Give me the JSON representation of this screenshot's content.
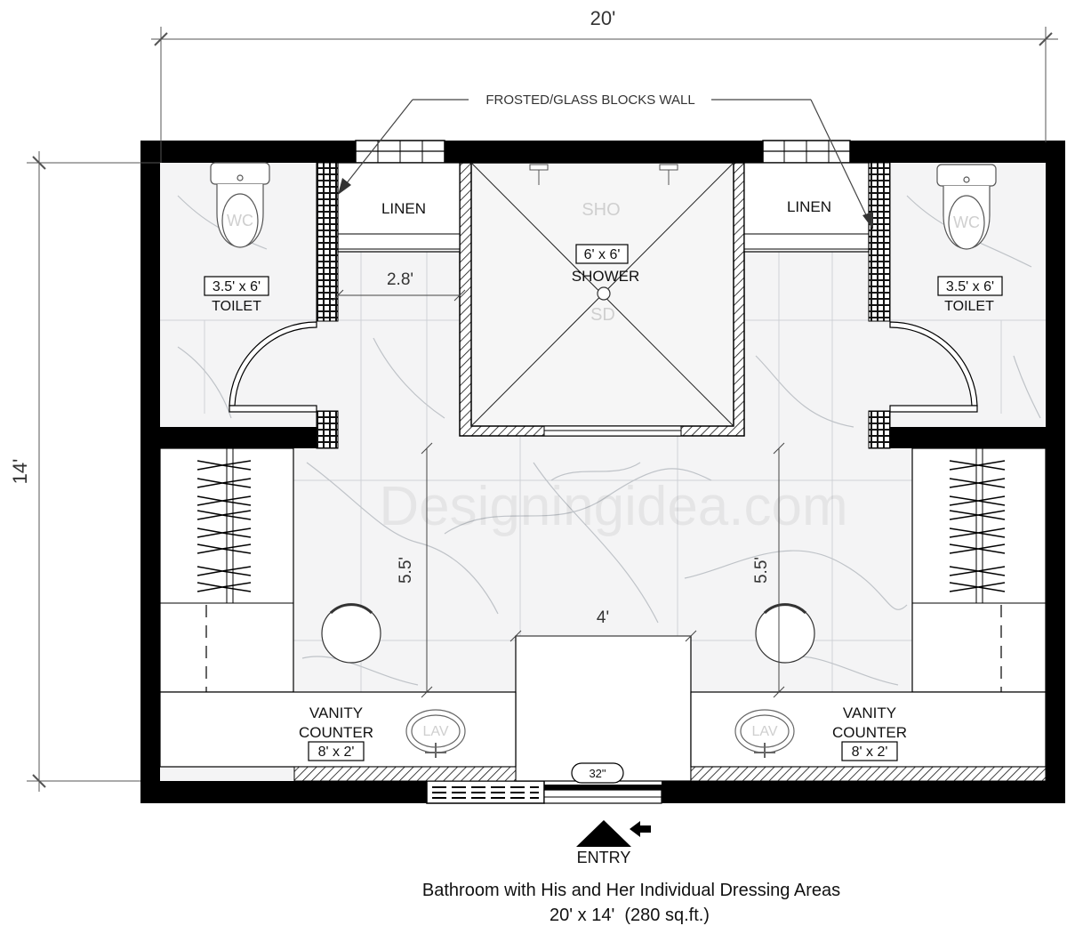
{
  "dimensions": {
    "width": "20'",
    "depth": "14'"
  },
  "callout": {
    "wall_note": "FROSTED/GLASS BLOCKS WALL"
  },
  "rooms": {
    "toilet_left": {
      "size": "3.5' x 6'",
      "name": "TOILET",
      "fixture": "WC"
    },
    "toilet_right": {
      "size": "3.5' x 6'",
      "name": "TOILET",
      "fixture": "WC"
    },
    "linen_left": {
      "name": "LINEN"
    },
    "linen_right": {
      "name": "LINEN"
    },
    "shower": {
      "size": "6' x 6'",
      "name": "SHOWER",
      "head_label": "SHO",
      "drain_label": "SD"
    },
    "vanity_left": {
      "line1": "VANITY",
      "line2": "COUNTER",
      "size": "8' x 2'",
      "sink": "LAV"
    },
    "vanity_right": {
      "line1": "VANITY",
      "line2": "COUNTER",
      "size": "8' x 2'",
      "sink": "LAV"
    }
  },
  "interior_dims": {
    "clearance_top": "2.8'",
    "left_aisle": "5.5'",
    "right_aisle": "5.5'",
    "center_gap": "4'"
  },
  "door": {
    "width": "32\""
  },
  "entry": {
    "label": "ENTRY"
  },
  "watermark": "Designingidea.com",
  "caption": {
    "title": "Bathroom with His and Her Individual Dressing Areas",
    "subtitle": "20' x 14'  (280 sq.ft.)"
  }
}
